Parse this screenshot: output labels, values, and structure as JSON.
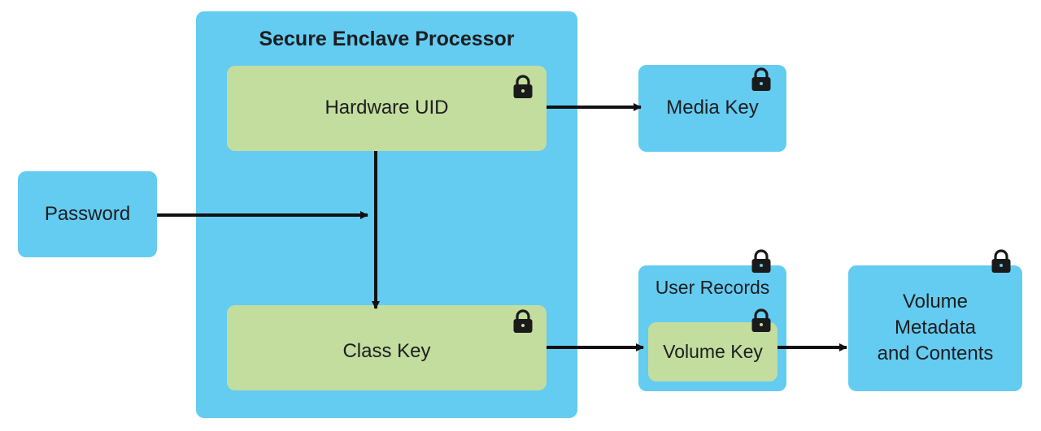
{
  "diagram": {
    "colors": {
      "container_blue": "#64cbf1",
      "key_green": "#c2dd9e",
      "arrow": "#111111",
      "lock": "#1a1a1a"
    },
    "secure_enclave": {
      "title": "Secure Enclave Processor"
    },
    "hardware_uid": {
      "label": "Hardware UID",
      "icon": "lock-icon"
    },
    "class_key": {
      "label": "Class Key",
      "icon": "lock-icon"
    },
    "password": {
      "label": "Password"
    },
    "media_key": {
      "label": "Media Key",
      "icon": "lock-icon"
    },
    "user_records": {
      "label": "User Records",
      "icon": "lock-icon"
    },
    "volume_key": {
      "label": "Volume Key",
      "icon": "lock-icon"
    },
    "volume_metadata": {
      "label": "Volume\nMetadata\nand Contents",
      "icon": "lock-icon"
    }
  }
}
